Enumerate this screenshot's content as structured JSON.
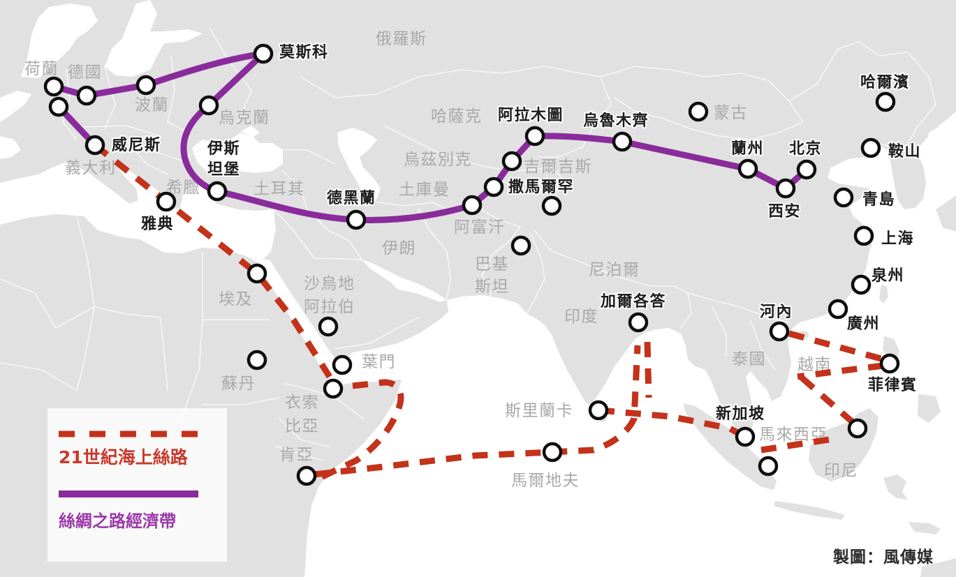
{
  "map": {
    "colors": {
      "land": "#e1e1e1",
      "sea": "#ffffff",
      "belt_route": "#8a2b9c",
      "maritime_route": "#c3321a",
      "country_label": "#a9a9a9",
      "city_label": "#1c1c1c"
    },
    "countries": [
      {
        "name": "荷蘭"
      },
      {
        "name": "德國"
      },
      {
        "name": "波蘭"
      },
      {
        "name": "烏克蘭"
      },
      {
        "name": "義大利"
      },
      {
        "name": "希臘"
      },
      {
        "name": "土耳其"
      },
      {
        "name": "俄羅斯"
      },
      {
        "name": "哈薩克"
      },
      {
        "name": "烏茲別克"
      },
      {
        "name": "土庫曼"
      },
      {
        "name": "吉爾吉斯"
      },
      {
        "name": "阿富汗"
      },
      {
        "name": "伊朗"
      },
      {
        "name": "巴基斯坦",
        "lines": [
          "巴基",
          "斯坦"
        ]
      },
      {
        "name": "尼泊爾"
      },
      {
        "name": "印度"
      },
      {
        "name": "蒙古"
      },
      {
        "name": "埃及"
      },
      {
        "name": "沙烏地阿拉伯",
        "lines": [
          "沙烏地",
          "阿拉伯"
        ]
      },
      {
        "name": "葉門"
      },
      {
        "name": "蘇丹"
      },
      {
        "name": "衣索比亞",
        "lines": [
          "衣索",
          "比亞"
        ]
      },
      {
        "name": "肯亞"
      },
      {
        "name": "泰國"
      },
      {
        "name": "越南"
      },
      {
        "name": "馬來西亞"
      },
      {
        "name": "印尼"
      },
      {
        "name": "斯里蘭卡"
      },
      {
        "name": "馬爾地夫"
      }
    ],
    "cities": [
      {
        "name": "莫斯科"
      },
      {
        "name": "威尼斯"
      },
      {
        "name": "伊斯坦堡",
        "lines": [
          "伊斯",
          "坦堡"
        ]
      },
      {
        "name": "雅典"
      },
      {
        "name": "德黑蘭"
      },
      {
        "name": "阿拉木圖"
      },
      {
        "name": "撒馬爾罕"
      },
      {
        "name": "烏魯木齊"
      },
      {
        "name": "蘭州"
      },
      {
        "name": "北京"
      },
      {
        "name": "西安"
      },
      {
        "name": "哈爾濱"
      },
      {
        "name": "鞍山"
      },
      {
        "name": "青島"
      },
      {
        "name": "上海"
      },
      {
        "name": "泉州"
      },
      {
        "name": "廣州"
      },
      {
        "name": "河內"
      },
      {
        "name": "菲律賓"
      },
      {
        "name": "新加坡"
      },
      {
        "name": "加爾各答"
      }
    ]
  },
  "legend": {
    "maritime_route_label": "21世紀海上絲路",
    "belt_route_label": "絲綢之路經濟帶"
  },
  "credit": "製圖：風傳媒"
}
